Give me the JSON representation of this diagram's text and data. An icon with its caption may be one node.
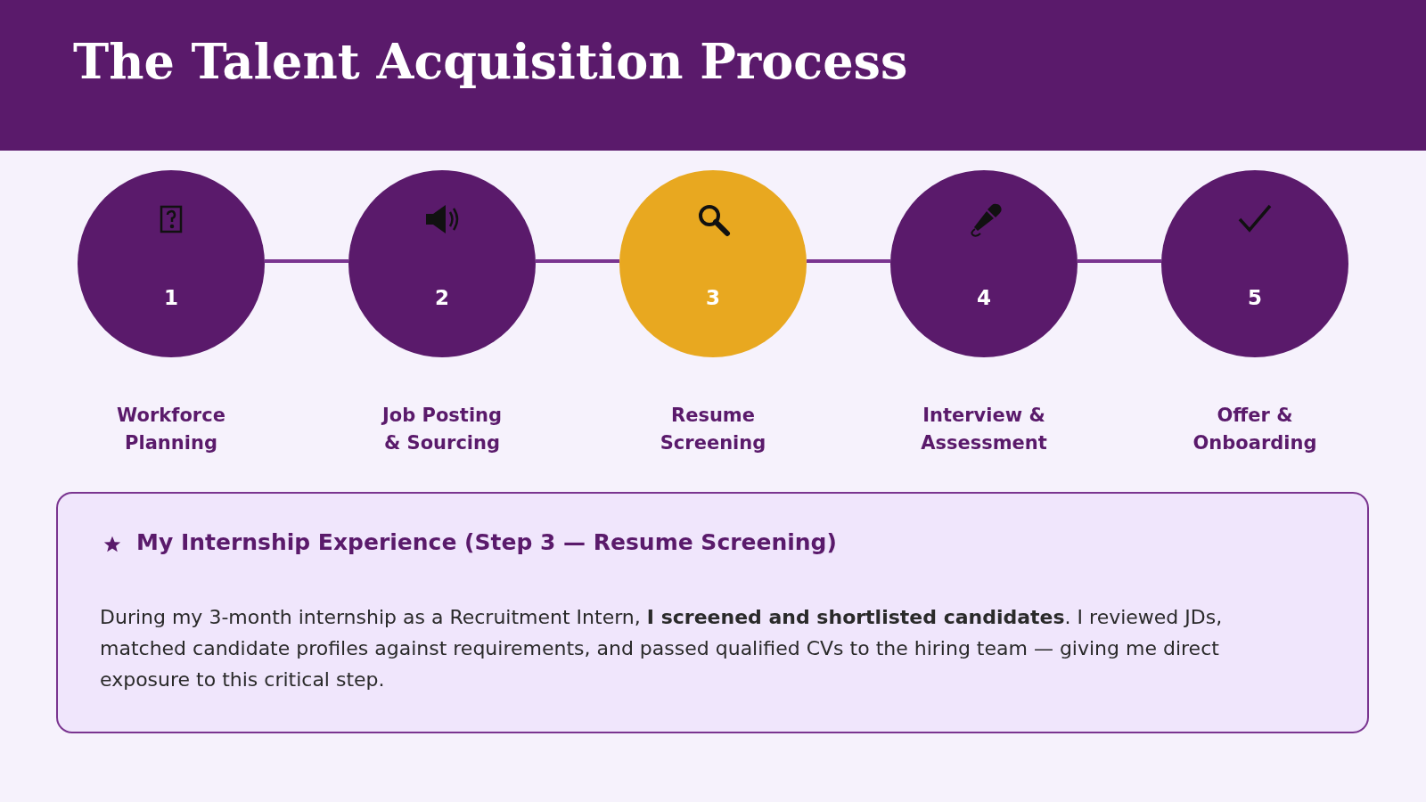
{
  "diagram": {
    "title": "The Talent Acquisition Process",
    "nodes": [
      {
        "text": [
          "1"
        ],
        "beside": [
          "Workforce Planning"
        ]
      },
      {
        "text": [
          "2"
        ],
        "beside": [
          "Job Posting & Sourcing"
        ]
      },
      {
        "text": [
          "3"
        ],
        "beside": [
          "Resume Screening"
        ]
      },
      {
        "text": [
          "4"
        ],
        "beside": [
          "Interview & Assessment"
        ]
      },
      {
        "text": [
          "5"
        ],
        "beside": [
          "Offer & Onboarding"
        ]
      },
      {
        "text": [
          "My Internship Experience (Step 3 — Resume Screening)",
          "During my 3-month internship as a Recruitment Intern, **I screened and shortlisted candidates**. I reviewed JDs, matched candidate profiles against requirements, and passed qualified CVs to the hiring team — giving me direct exposure to this critical step."
        ]
      }
    ],
    "edges": [
      {
        "from": 0,
        "to": 1,
        "arrow": "none"
      },
      {
        "from": 1,
        "to": 2,
        "arrow": "none"
      },
      {
        "from": 2,
        "to": 3,
        "arrow": "none"
      },
      {
        "from": 3,
        "to": 4,
        "arrow": "none"
      }
    ]
  }
}
